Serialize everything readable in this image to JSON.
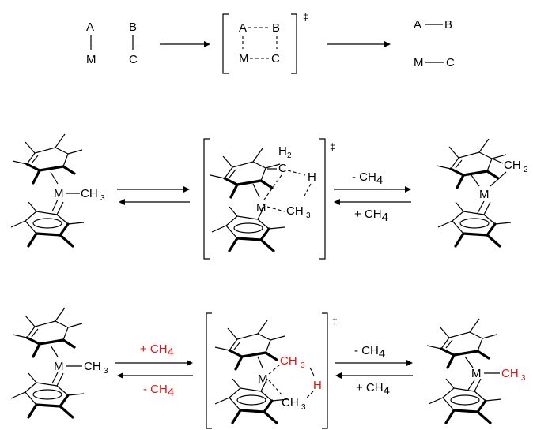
{
  "general": {
    "atoms": {
      "A": "A",
      "B": "B",
      "M": "M",
      "C": "C"
    },
    "ts_mark": "‡"
  },
  "row2": {
    "left_metal": "M",
    "left_methyl": "CH",
    "methyl_sub": "3",
    "ts_ch2": "H",
    "ts_ch2_sub": "2",
    "ts_c": "C",
    "ts_h": "H",
    "ts_m": "M",
    "ts_ch3": "CH",
    "ts_ch3_sub": "3",
    "ts_mark": "‡",
    "forward_label": "- CH",
    "forward_sub": "4",
    "reverse_label": "+ CH",
    "reverse_sub": "4",
    "product_ch2": "CH",
    "product_ch2_sub": "2",
    "product_m": "M"
  },
  "row3": {
    "left_metal": "M",
    "left_methyl": "CH",
    "methyl_sub": "3",
    "add_label": "+ CH",
    "add_sub": "4",
    "remove_label": "- CH",
    "remove_sub": "4",
    "ts_m": "M",
    "ts_ch3_red": "CH",
    "ts_ch3_red_sub": "3",
    "ts_h_red": "H",
    "ts_ch3": "CH",
    "ts_ch3_sub": "3",
    "ts_mark": "‡",
    "forward_label": "- CH",
    "forward_sub": "4",
    "reverse_label": "+ CH",
    "reverse_sub": "4",
    "product_m": "M",
    "product_ch3": "CH",
    "product_ch3_sub": "3"
  },
  "colors": {
    "highlight": "#e8110f",
    "ink": "#000000"
  }
}
